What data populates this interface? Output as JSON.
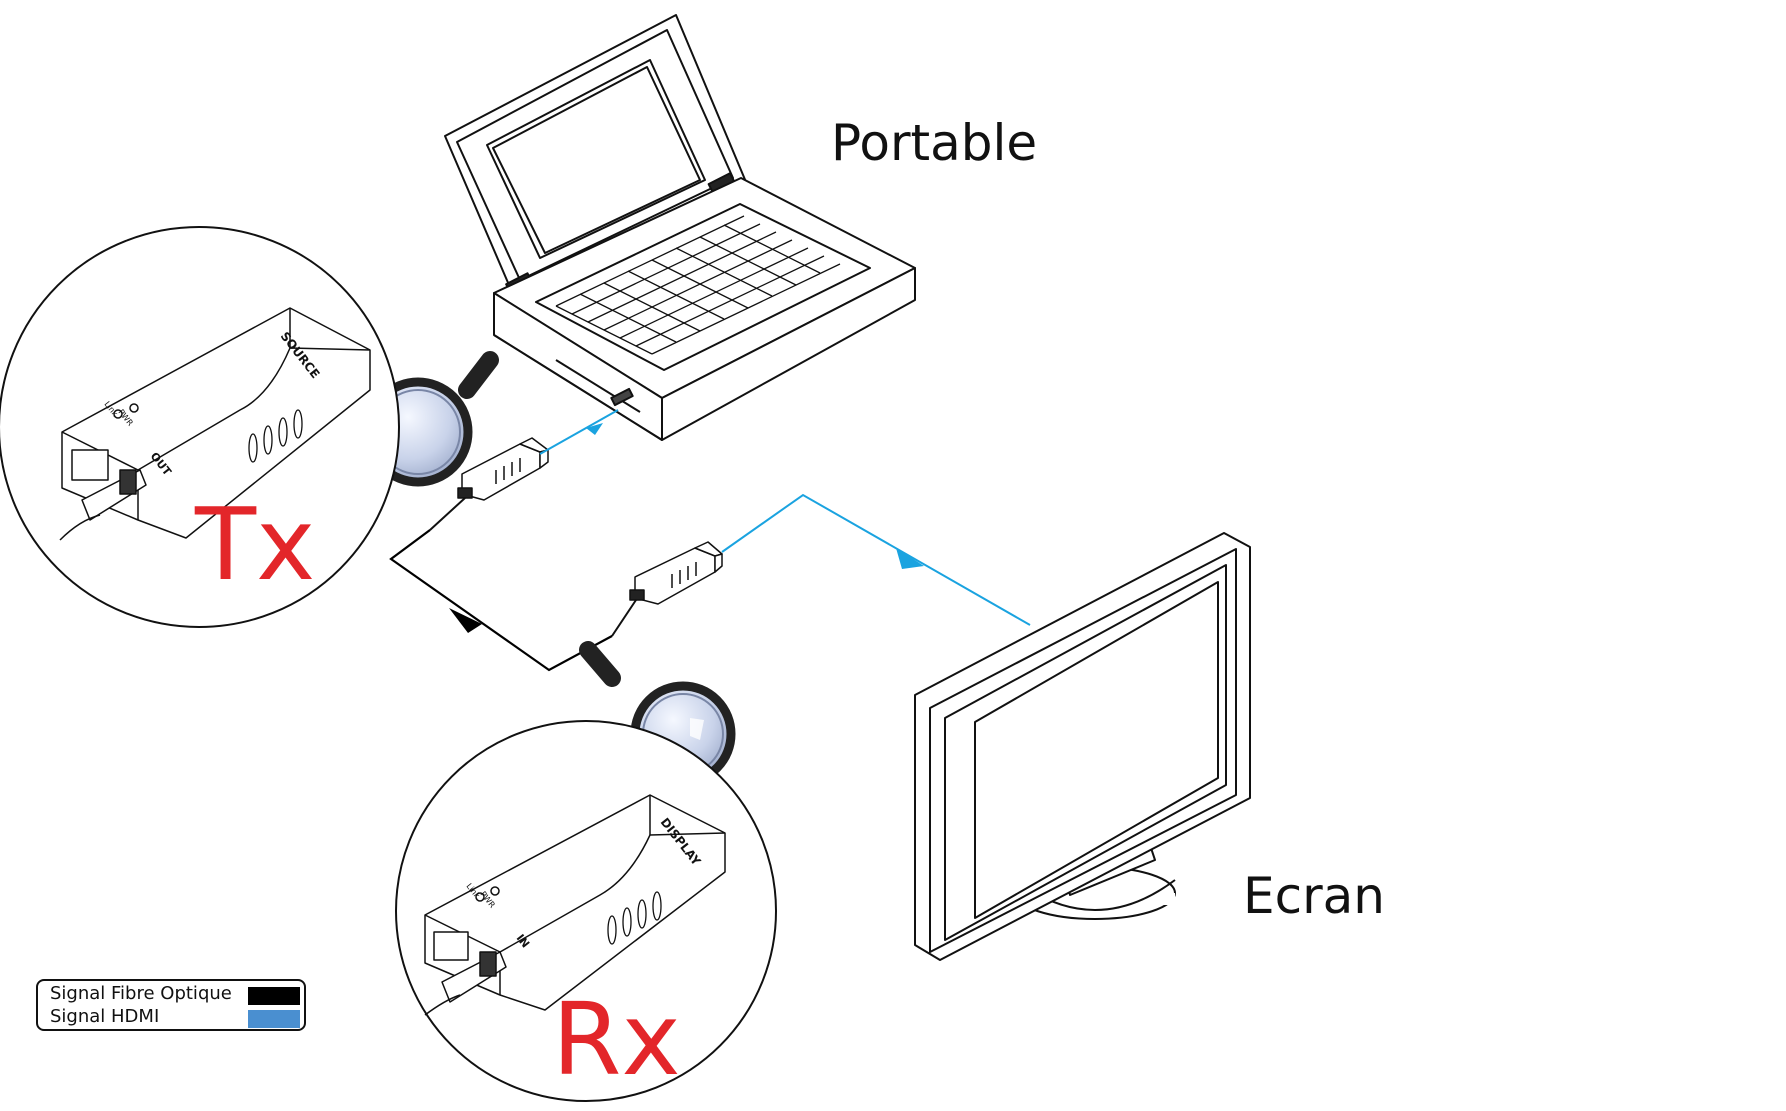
{
  "labels": {
    "laptop": "Portable",
    "monitor": "Ecran",
    "transmitter": "Tx",
    "receiver": "Rx"
  },
  "device_text": {
    "tx_port_label": "SOURCE",
    "tx_out_label": "OUT",
    "rx_port_label": "DISPLAY",
    "rx_in_label": "IN",
    "led_link": "Link",
    "led_pwr": "PWR"
  },
  "legend": {
    "items": [
      {
        "label": "Signal Fibre Optique",
        "color": "#000000"
      },
      {
        "label": "Signal HDMI",
        "color": "#4a8fd0"
      }
    ]
  },
  "colors": {
    "fiber": "#000000",
    "hdmi": "#1aa3e0",
    "label_accent": "#e3262a"
  }
}
